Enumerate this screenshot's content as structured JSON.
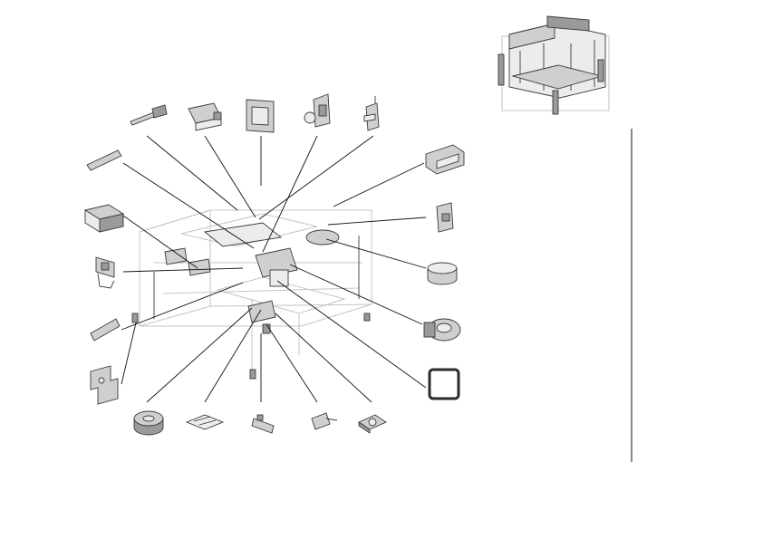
{
  "page": {
    "background": "#ffffff",
    "line_color": "#111111",
    "part_shades": [
      "#ececec",
      "#cfcfcf",
      "#9a9a9a"
    ]
  },
  "views": [
    {
      "id": "inset",
      "icon": "assembled-frame-icon"
    },
    {
      "id": "exploded",
      "icon": "exploded-assembly-icon"
    }
  ],
  "parts": [
    {
      "id": "screw-pin",
      "icon": "screw-pin-icon"
    },
    {
      "id": "connector-block",
      "icon": "connector-block-icon"
    },
    {
      "id": "mounting-frame",
      "icon": "rectangular-frame-icon"
    },
    {
      "id": "bracket-upper",
      "icon": "l-bracket-icon"
    },
    {
      "id": "clip-bracket",
      "icon": "clip-bracket-icon"
    },
    {
      "id": "rail-strip",
      "icon": "rail-strip-icon"
    },
    {
      "id": "duct-hood",
      "icon": "duct-hood-icon"
    },
    {
      "id": "motor-box",
      "icon": "motor-box-icon"
    },
    {
      "id": "pivot-arm",
      "icon": "pivot-arm-icon"
    },
    {
      "id": "lamp-holder",
      "icon": "lamp-holder-icon"
    },
    {
      "id": "cylinder-cap",
      "icon": "cylinder-cap-icon"
    },
    {
      "id": "sensor-bar",
      "icon": "sensor-bar-icon"
    },
    {
      "id": "ring-housing",
      "icon": "ring-housing-icon"
    },
    {
      "id": "plate-bracket",
      "icon": "plate-bracket-icon"
    },
    {
      "id": "gasket",
      "icon": "gasket-icon"
    },
    {
      "id": "grommet-roller",
      "icon": "grommet-roller-icon"
    },
    {
      "id": "label-sheet",
      "icon": "label-sheet-icon"
    },
    {
      "id": "latch",
      "icon": "latch-icon"
    },
    {
      "id": "lever-spring",
      "icon": "lever-spring-icon"
    },
    {
      "id": "fan-module",
      "icon": "fan-module-icon"
    }
  ]
}
